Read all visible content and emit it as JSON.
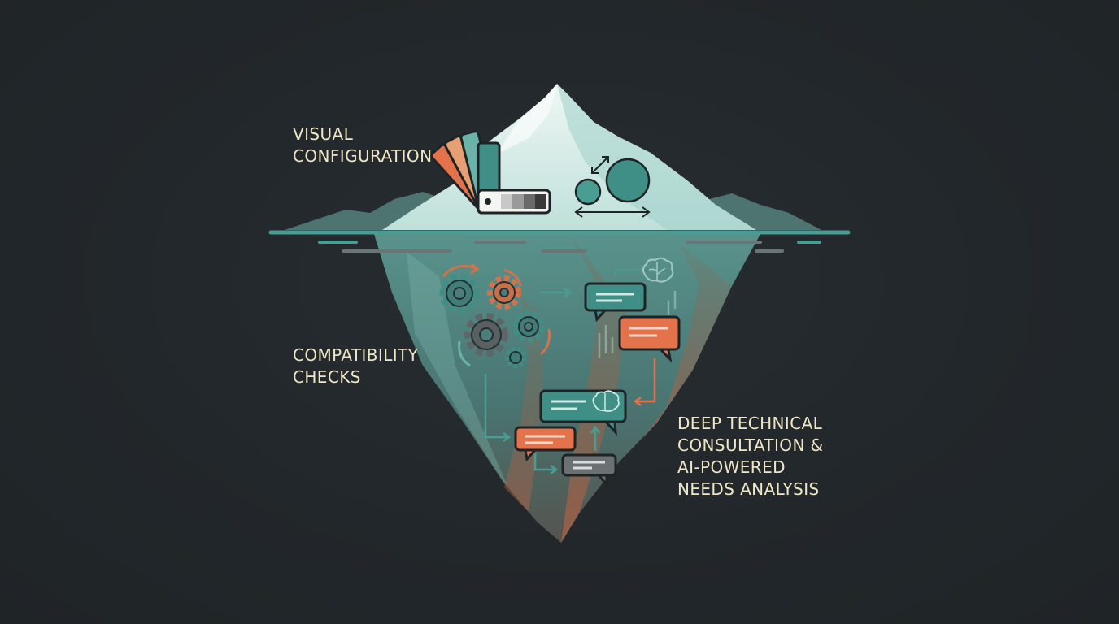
{
  "labels": {
    "visual_configuration": "VISUAL\nCONFIGURATION",
    "compatibility_checks": "COMPATIBILITY\nCHECKS",
    "deep_consultation": "DEEP TECHNICAL\nCONSULTATION &\nAI-POWERED\nNEEDS ANALYSIS"
  },
  "icons": {
    "tip": [
      "color-swatch-icon",
      "resize-circles-icon"
    ],
    "mid": [
      "gears-icon"
    ],
    "deep": [
      "chat-bubbles-icon",
      "brain-icon"
    ]
  },
  "colors": {
    "background": "#22272b",
    "teal": "#3f8f86",
    "orange": "#e4734b",
    "ice": "#dcefeb",
    "text": "#efe7c6"
  }
}
